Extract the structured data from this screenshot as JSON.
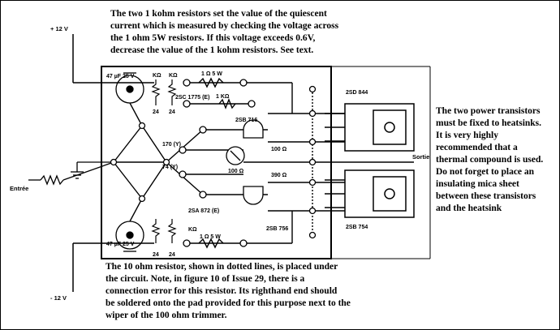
{
  "notes": {
    "top": "The two 1 kohm resistors set the value of the quiescent\ncurrent which is measured by checking the voltage across\nthe 1 ohm 5W resistors. If this voltage exceeds 0.6V,\ndecrease the value of the 1 kohm resistors. See text.",
    "right": "The two power transistors\nmust be fixed to heatsinks.\nIt is very highly\nrecommended that a\nthermal compound is used.\nDo not forget to place an\ninsulating mica sheet\nbetween these transistors\nand the heatsink",
    "bottom": "The 10 ohm resistor, shown in dotted lines, is placed under\nthe circuit. Note, in figure 10 of Issue 29, there is a\nconnection error for this resistor. Its righthand end should\nbe soldered onto the pad provided for this purpose next to the\nwiper of the 100 ohm trimmer."
  },
  "labels": {
    "plus12": "+ 12 V",
    "minus12": "- 12 V",
    "entree": "Entrée",
    "sortie": "Sortie",
    "cap_top": "47 µF 25 V",
    "cap_bottom": "47 µF 25 V",
    "kohm1": "KΩ",
    "kohm2": "KΩ",
    "kohm3": "KΩ",
    "r1ohm_top": "1 Ω 5 W",
    "r1ohm_bottom": "1 Ω 5 W",
    "r1k": "1 KΩ",
    "t2sc1775": "2SC 1775 (E)",
    "t2sa872": "2SA 872 (E)",
    "t2sb716": "2SB 716",
    "t2sb756": "2SB 756",
    "t2sd844": "2SD 844",
    "t2sb754": "2SB 754",
    "z170": "170 (Y)",
    "z74": "74 (Y)",
    "trim100": "100 Ω",
    "r100": "100 Ω",
    "r390": "390 Ω",
    "n24a": "24",
    "n24b": "24",
    "n24c": "24",
    "n24d": "24"
  }
}
